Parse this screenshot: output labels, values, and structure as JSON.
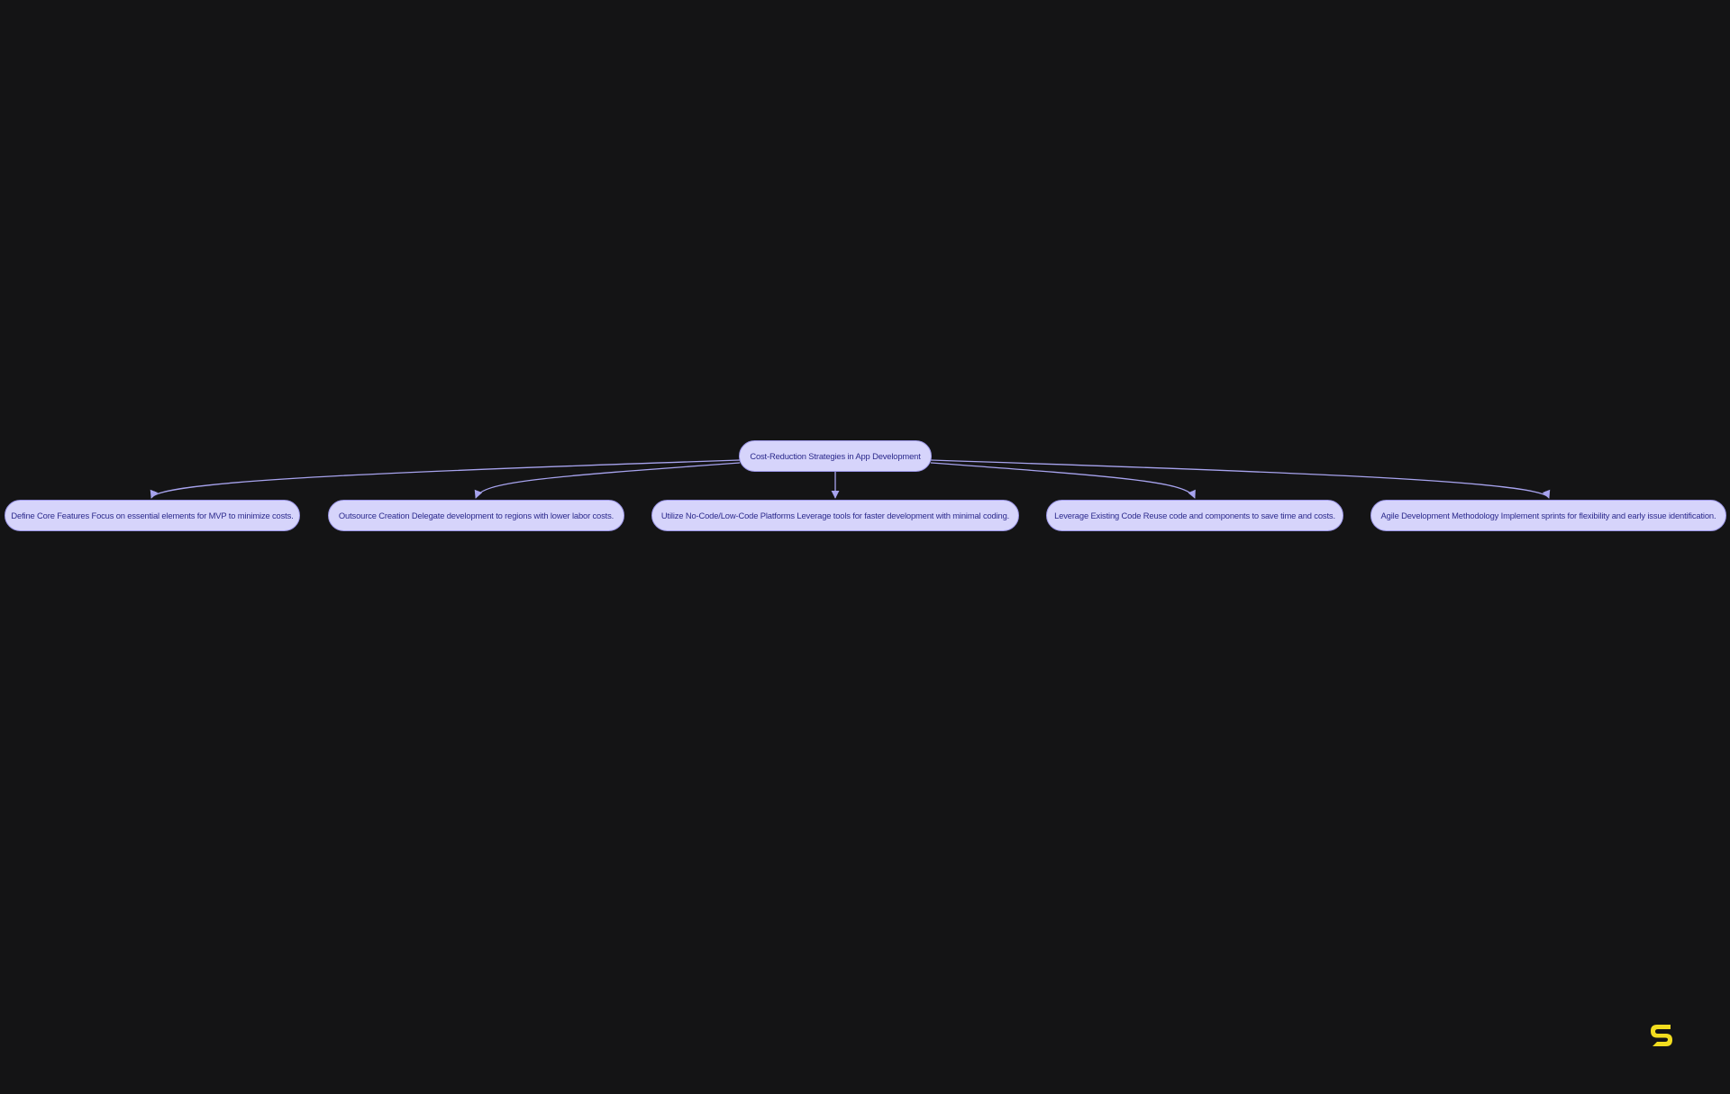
{
  "diagram": {
    "root": {
      "label": "Cost-Reduction Strategies in App Development"
    },
    "children": [
      {
        "label": "Define Core Features Focus on essential elements for MVP to minimize costs."
      },
      {
        "label": "Outsource Creation Delegate development to regions with lower labor costs."
      },
      {
        "label": "Utilize No-Code/Low-Code Platforms Leverage tools for faster development with minimal coding."
      },
      {
        "label": "Leverage Existing Code Reuse code and components to save time and costs."
      },
      {
        "label": "Agile Development Methodology Implement sprints for flexibility and early issue identification."
      }
    ]
  },
  "colors": {
    "background": "#141415",
    "node_fill": "#d6d4fb",
    "node_border": "#9b96e6",
    "node_text": "#2c2a8c",
    "edge": "#a7a3ee",
    "logo": "#f2dd1f"
  },
  "logo": {
    "icon": "brand-logo-icon"
  }
}
